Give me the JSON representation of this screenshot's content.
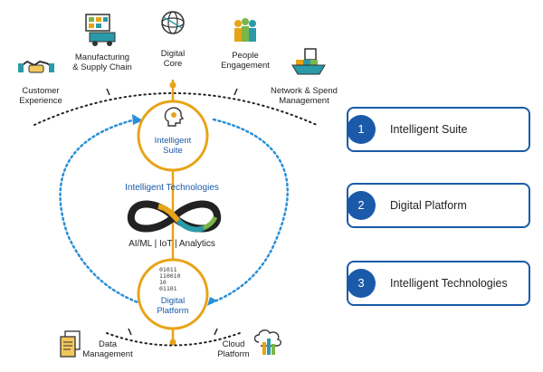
{
  "outer_nodes": [
    {
      "id": "customer",
      "label_lines": [
        "Customer",
        "Experience"
      ],
      "icon": "handshake-icon"
    },
    {
      "id": "manufacturing",
      "label_lines": [
        "Manufacturing",
        "& Supply Chain"
      ],
      "icon": "factory-icon"
    },
    {
      "id": "digital-core",
      "label_lines": [
        "Digital",
        "Core"
      ],
      "icon": "digital-core-sphere-icon"
    },
    {
      "id": "people",
      "label_lines": [
        "People",
        "Engagement"
      ],
      "icon": "people-group-icon"
    },
    {
      "id": "network",
      "label_lines": [
        "Network & Spend",
        "Management"
      ],
      "icon": "cargo-ship-icon"
    }
  ],
  "bottom_nodes": [
    {
      "id": "data-management",
      "label_lines": [
        "Data",
        "Management"
      ],
      "icon": "data-documents-icon"
    },
    {
      "id": "cloud-platform",
      "label_lines": [
        "Cloud",
        "Platform"
      ],
      "icon": "cloud-chart-icon"
    }
  ],
  "intelligent_suite": {
    "label_lines": [
      "Intelligent",
      "Suite"
    ],
    "icon": "head-lightbulb-icon"
  },
  "digital_platform": {
    "label_lines": [
      "Digital",
      "Platform"
    ],
    "icon": "binary-code-icon",
    "binary_lines": [
      "01011",
      "110010",
      "10",
      "01101"
    ]
  },
  "center": {
    "title": "Intelligent Technologies",
    "subtitle": "AI/ML | IoT | Analytics",
    "icon": "infinity-loop-icon"
  },
  "cards": [
    {
      "number": "1",
      "label": "Intelligent Suite"
    },
    {
      "number": "2",
      "label": "Digital Platform"
    },
    {
      "number": "3",
      "label": "Intelligent Technologies"
    }
  ],
  "colors": {
    "gold": "#e8a317",
    "blue": "#1a5aa8",
    "dot_blue": "#2a8fd6",
    "dark": "#222222",
    "teal": "#2a9aa8",
    "green": "#7ab648"
  }
}
